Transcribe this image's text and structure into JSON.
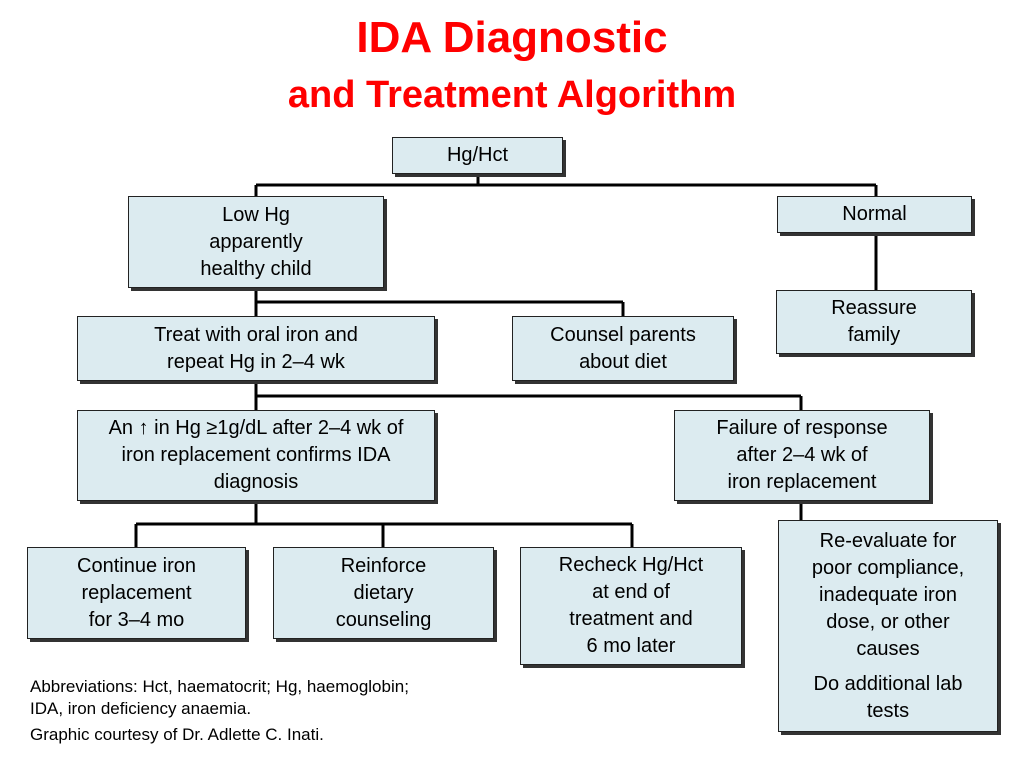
{
  "title": {
    "line1": "IDA Diagnostic",
    "line2": "and Treatment Algorithm",
    "color": "#ff0000"
  },
  "box_color": "#dcebf0",
  "nodes": {
    "hg_hct": [
      "Hg/Hct"
    ],
    "low_hg": [
      "Low Hg",
      "apparently",
      "healthy child"
    ],
    "normal": [
      "Normal"
    ],
    "reassure": [
      "Reassure",
      "family"
    ],
    "treat_oral": [
      "Treat with oral iron and",
      "repeat Hg in 2–4 wk"
    ],
    "counsel": [
      "Counsel parents",
      "about diet"
    ],
    "increase": [
      "An ↑ in Hg ≥1g/dL after 2–4 wk of",
      "iron replacement confirms IDA",
      "diagnosis"
    ],
    "failure": [
      "Failure of response",
      "after 2–4 wk of",
      "iron replacement"
    ],
    "continue": [
      "Continue iron",
      "replacement",
      "for 3–4 mo"
    ],
    "reinforce": [
      "Reinforce",
      "dietary",
      "counseling"
    ],
    "recheck": [
      "Recheck Hg/Hct",
      "at end of",
      "treatment and",
      "6 mo later"
    ],
    "reevaluate": [
      "Re-evaluate for",
      "poor compliance,",
      "inadequate iron",
      "dose, or other",
      "causes"
    ],
    "additional": [
      "Do additional lab",
      "tests"
    ]
  },
  "notes": {
    "abbrev_line1": "Abbreviations: Hct, haematocrit; Hg, haemoglobin;",
    "abbrev_line2": "IDA, iron deficiency anaemia.",
    "courtesy": "Graphic courtesy of Dr. Adlette C. Inati."
  }
}
